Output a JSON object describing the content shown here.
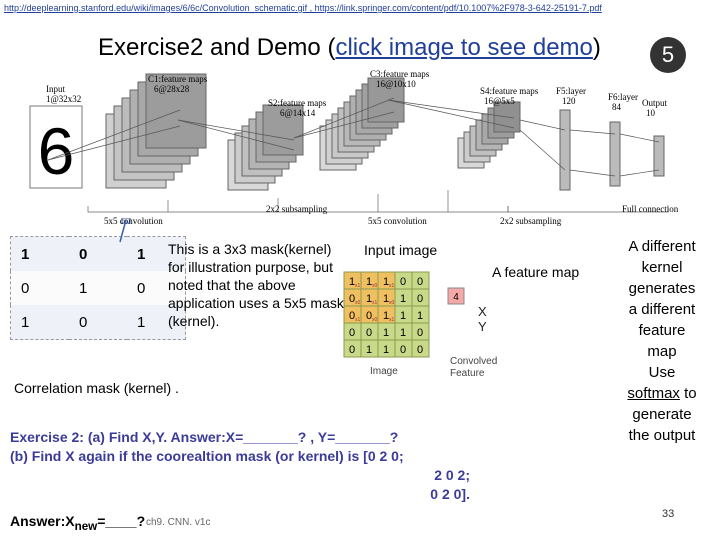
{
  "header": {
    "source_urls": "http://deeplearning.stanford.edu/wiki/images/6/6c/Convolution_schematic.gif , https://link.springer.com/content/pdf/10.1007%2F978-3-642-25191-7.pdf",
    "title_prefix": "Exercise2 and Demo (",
    "title_link": "click image to see demo",
    "title_suffix": ")",
    "slide_number": "5"
  },
  "network": {
    "input_label": "Input",
    "input_size": "1@32x32",
    "c1_label": "C1:feature maps",
    "c1_size": "6@28x28",
    "s2_label": "S2:feature maps",
    "s2_size": "6@14x14",
    "c3_label": "C3:feature maps",
    "c3_size": "16@10x10",
    "s4_label": "S4:feature maps",
    "s4_size": "16@5x5",
    "f5_label": "F5:layer",
    "f5_size": "120",
    "f6_label": "F6:layer",
    "f6_size": "84",
    "output_label": "Output",
    "output_size": "10",
    "digit": "6",
    "op_conv1": "5x5 convolution",
    "op_sub1": "2x2 subsampling",
    "op_conv2": "5x5 convolution",
    "op_sub2": "2x2 subsampling",
    "op_full": "Full connection"
  },
  "kernel": {
    "rows": [
      [
        "1",
        "0",
        "1"
      ],
      [
        "0",
        "1",
        "0"
      ],
      [
        "1",
        "0",
        "1"
      ]
    ]
  },
  "description": "This is a 3x3 mask(kernel) for illustration purpose, but noted that the above application uses a 5x5 mask (kernel).",
  "correlation_label": "Correlation mask (kernel) .",
  "conv_demo": {
    "input_label": "Input image",
    "feature_map_label": "A feature map",
    "image": [
      [
        1,
        1,
        1,
        0,
        0
      ],
      [
        0,
        1,
        1,
        1,
        0
      ],
      [
        0,
        0,
        1,
        1,
        1
      ],
      [
        0,
        0,
        1,
        1,
        0
      ],
      [
        0,
        1,
        1,
        0,
        0
      ]
    ],
    "weights": [
      [
        "x1",
        "x0",
        "x1"
      ],
      [
        "x0",
        "x1",
        "x0"
      ],
      [
        "x1",
        "x0",
        "x1"
      ]
    ],
    "image_caption": "Image",
    "result_value": "4",
    "x_label": "X",
    "y_label": "Y",
    "convolved_caption_1": "Convolved",
    "convolved_caption_2": "Feature"
  },
  "side_note": {
    "line1": "A different",
    "line2": "kernel",
    "line3": "generates",
    "line4": "a different",
    "line5": "feature",
    "line6": "map",
    "line7": "Use",
    "line8": "softmax",
    "line8_suffix": " to",
    "line9": "generate",
    "line10": "the output"
  },
  "exercise": {
    "line1": "Exercise 2: (a) Find X,Y. Answer:X=_______? , Y=_______?",
    "line2": "(b) Find X again if the coorealtion mask (or kernel)  is [0 2 0;",
    "line3": "2 0 2;",
    "line4": "0 2 0]."
  },
  "answer": {
    "prefix": "Answer:X",
    "subscript": "new",
    "suffix": "=____?"
  },
  "footer": {
    "text": "ch9. CNN. v1c",
    "page": "33"
  },
  "colors": {
    "link": "#1f3f99",
    "exercise": "#3b3b99",
    "conv_cell": "#c9d98a",
    "highlight": "#f0c060",
    "feature": "#f4a8a8"
  }
}
